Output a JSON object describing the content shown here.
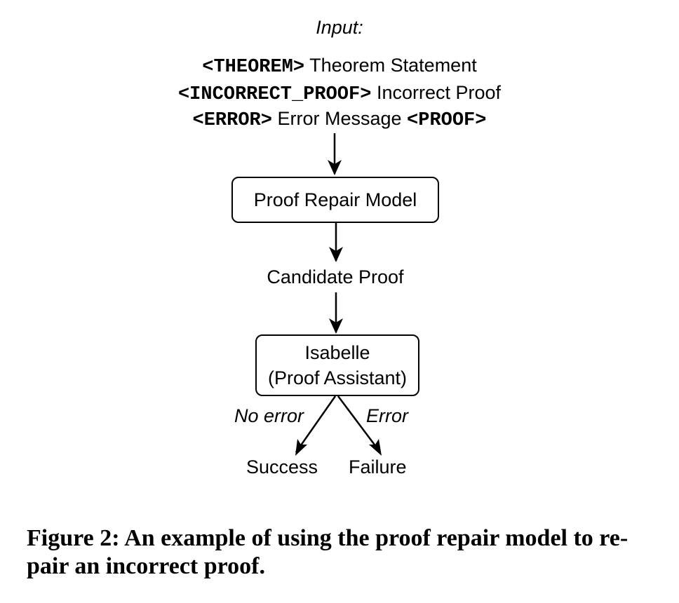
{
  "input": {
    "heading": "Input:",
    "theorem_tag": "<THEOREM>",
    "theorem_text": "Theorem Statement",
    "incorrect_proof_tag": "<INCORRECT_PROOF>",
    "incorrect_proof_text": "Incorrect Proof",
    "error_tag": "<ERROR>",
    "error_text": "Error Message",
    "proof_tag": "<PROOF>"
  },
  "nodes": {
    "repair_model": "Proof Repair Model",
    "candidate_proof": "Candidate Proof",
    "isabelle_line1": "Isabelle",
    "isabelle_line2": "(Proof Assistant)",
    "success": "Success",
    "failure": "Failure"
  },
  "edges": {
    "no_error": "No error",
    "error": "Error"
  },
  "caption": {
    "line1": "Figure 2: An example of using the proof repair model to re-",
    "line2": "pair an incorrect proof."
  }
}
